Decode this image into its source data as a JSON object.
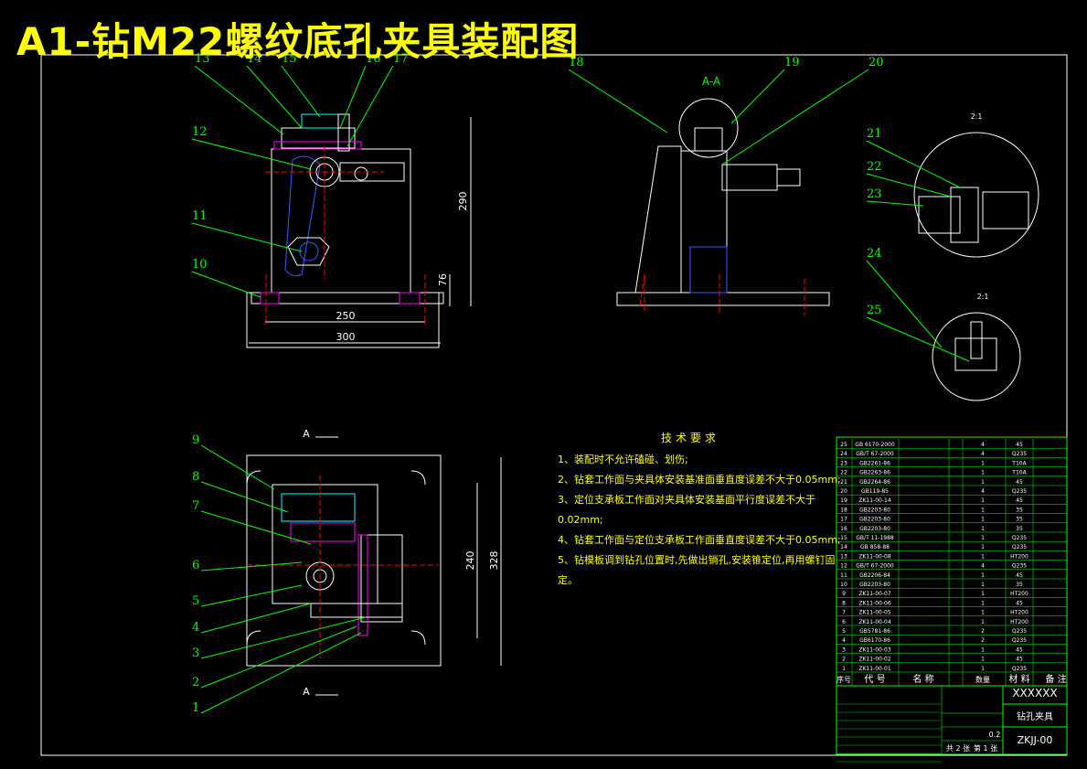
{
  "title": "A1-钻M22螺纹底孔夹具装配图",
  "requirements": {
    "title": "技术要求",
    "lines": [
      "1、装配时不允许磕碰、划伤;",
      "2、钻套工作面与夹具体安装基准面垂直度误差不大于0.05mm;",
      "3、定位支承板工作面对夹具体安装基面平行度误差不大于",
      "0.02mm;",
      "4、钻套工作面与定位支承板工作面垂直度误差不大于0.05mm;",
      "5、钻模板调到钻孔位置时,先做出销孔,安装锥定位,再用螺钉固",
      "定。"
    ]
  },
  "dimensions": {
    "front_width_250": "250",
    "front_width_300": "300",
    "front_height_290": "290",
    "front_height_76": "76",
    "plan_height_240": "240",
    "plan_height_328": "328",
    "section_label": "A-A",
    "section_mark_top": "A",
    "section_mark_bottom": "A",
    "detail1_scale": "2:1",
    "detail2_scale": "2:1"
  },
  "balloons_top": [
    "13",
    "14",
    "15",
    "16",
    "17",
    "12",
    "11",
    "10",
    "18",
    "19",
    "20",
    "21",
    "22",
    "23",
    "24",
    "25"
  ],
  "balloons_plan": [
    "9",
    "8",
    "7",
    "6",
    "5",
    "4",
    "3",
    "2",
    "1"
  ],
  "parts_list": {
    "rows": [
      {
        "no": "25",
        "code": "GB 6170-2000",
        "name": "",
        "qty": "4",
        "mat": "45",
        "note": ""
      },
      {
        "no": "24",
        "code": "GB/T 67-2000",
        "name": "",
        "qty": "4",
        "mat": "Q235",
        "note": ""
      },
      {
        "no": "23",
        "code": "GB2261-86",
        "name": "",
        "qty": "1",
        "mat": "T10A",
        "note": ""
      },
      {
        "no": "22",
        "code": "GB2263-86",
        "name": "",
        "qty": "1",
        "mat": "T10A",
        "note": ""
      },
      {
        "no": "21",
        "code": "GB2264-86",
        "name": "",
        "qty": "1",
        "mat": "45",
        "note": ""
      },
      {
        "no": "20",
        "code": "GB119-85",
        "name": "",
        "qty": "4",
        "mat": "Q235",
        "note": ""
      },
      {
        "no": "19",
        "code": "ZK11-00-14",
        "name": "",
        "qty": "1",
        "mat": "45",
        "note": ""
      },
      {
        "no": "18",
        "code": "GB2203-80",
        "name": "",
        "qty": "1",
        "mat": "35",
        "note": ""
      },
      {
        "no": "17",
        "code": "GB2203-80",
        "name": "",
        "qty": "1",
        "mat": "35",
        "note": ""
      },
      {
        "no": "16",
        "code": "GB2203-80",
        "name": "",
        "qty": "1",
        "mat": "35",
        "note": ""
      },
      {
        "no": "15",
        "code": "GB/T 11-1988",
        "name": "",
        "qty": "1",
        "mat": "Q235",
        "note": ""
      },
      {
        "no": "14",
        "code": "GB 858-88",
        "name": "",
        "qty": "1",
        "mat": "Q235",
        "note": ""
      },
      {
        "no": "13",
        "code": "ZK11-00-08",
        "name": "",
        "qty": "1",
        "mat": "HT200",
        "note": ""
      },
      {
        "no": "12",
        "code": "GB/T 67-2000",
        "name": "",
        "qty": "4",
        "mat": "Q235",
        "note": ""
      },
      {
        "no": "11",
        "code": "GB2206-84",
        "name": "",
        "qty": "1",
        "mat": "45",
        "note": ""
      },
      {
        "no": "10",
        "code": "GB2203-80",
        "name": "",
        "qty": "1",
        "mat": "35",
        "note": ""
      },
      {
        "no": "9",
        "code": "ZK11-00-07",
        "name": "",
        "qty": "1",
        "mat": "HT200",
        "note": ""
      },
      {
        "no": "8",
        "code": "ZK11-00-06",
        "name": "",
        "qty": "1",
        "mat": "45",
        "note": ""
      },
      {
        "no": "7",
        "code": "ZK11-00-05",
        "name": "",
        "qty": "1",
        "mat": "HT200",
        "note": ""
      },
      {
        "no": "6",
        "code": "ZK11-00-04",
        "name": "",
        "qty": "1",
        "mat": "HT200",
        "note": ""
      },
      {
        "no": "5",
        "code": "GB5781-86",
        "name": "",
        "qty": "2",
        "mat": "Q235",
        "note": ""
      },
      {
        "no": "4",
        "code": "GB6170-86",
        "name": "",
        "qty": "2",
        "mat": "Q235",
        "note": ""
      },
      {
        "no": "3",
        "code": "ZK11-00-03",
        "name": "",
        "qty": "1",
        "mat": "45",
        "note": ""
      },
      {
        "no": "2",
        "code": "ZK11-00-02",
        "name": "",
        "qty": "1",
        "mat": "45",
        "note": ""
      },
      {
        "no": "1",
        "code": "ZK11-00-01",
        "name": "",
        "qty": "1",
        "mat": "Q235",
        "note": ""
      }
    ],
    "header": {
      "no": "序号",
      "code": "代 号",
      "name": "名 称",
      "qty": "数量",
      "mat": "材 料",
      "note": "备 注"
    }
  },
  "title_block": {
    "drawing_no_top": "XXXXXX",
    "name": "钻孔夹具",
    "drawing_no": "ZKJJ-00",
    "sheet": "共 2 张",
    "page": "第 1 张",
    "scale": "0.2"
  },
  "colors": {
    "bg": "#000000",
    "frame": "#ffffff",
    "part": "#ffffff",
    "dim": "#ffffff",
    "leader": "#00ff00",
    "center": "#ff0000",
    "blue": "#3a5cff",
    "cyan": "#00ffff",
    "yellow": "#ffff00",
    "magenta": "#ff00ff",
    "table": "#00ff00"
  }
}
